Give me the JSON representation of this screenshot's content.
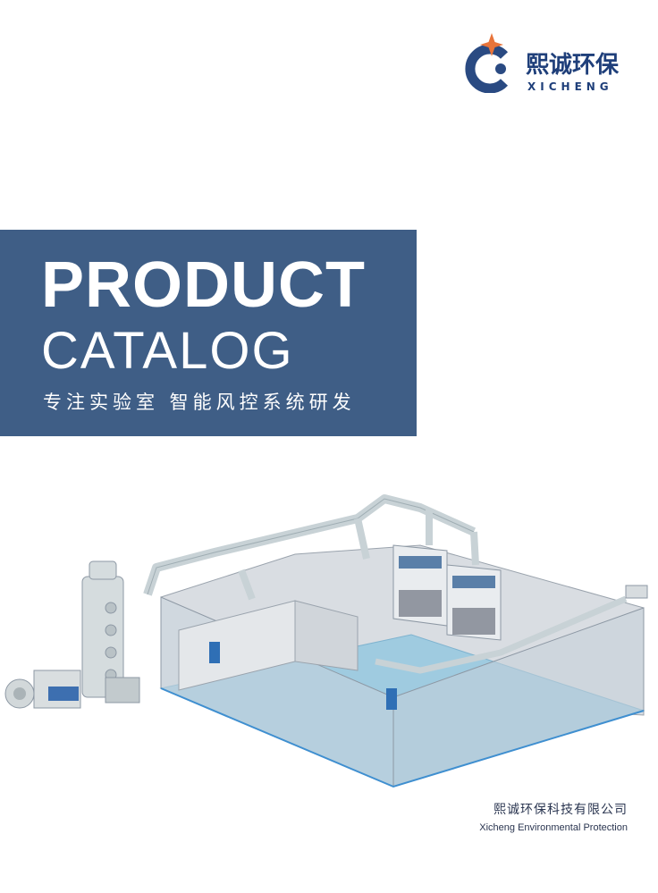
{
  "brand": {
    "name_cn": "熙诚环保",
    "name_en": "XICHENG",
    "colors": {
      "primary": "#1f3f7a",
      "accent": "#e8743a"
    }
  },
  "banner": {
    "title_line1": "PRODUCT",
    "title_line2": "CATALOG",
    "tagline": "专注实验室 智能风控系统研发",
    "background": "#3f5e86"
  },
  "illustration": {
    "icon": "laboratory-ventilation-system-illustration"
  },
  "company": {
    "name_cn": "熙诚环保科技有限公司",
    "name_en": "Xicheng Environmental Protection"
  }
}
